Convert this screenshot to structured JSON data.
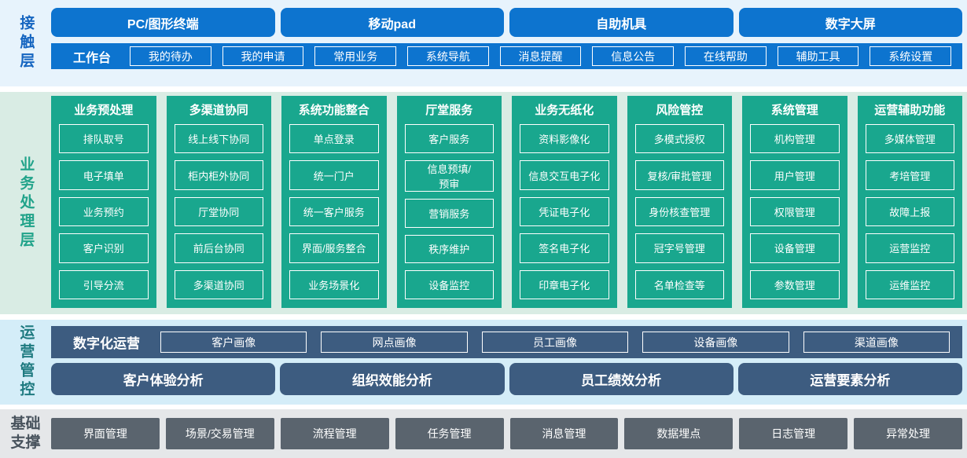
{
  "layers": {
    "contact": {
      "label": "接触层",
      "terminals": [
        "PC/图形终端",
        "移动pad",
        "自助机具",
        "数字大屏"
      ],
      "workbench": {
        "label": "工作台",
        "items": [
          "我的待办",
          "我的申请",
          "常用业务",
          "系统导航",
          "消息提醒",
          "信息公告",
          "在线帮助",
          "辅助工具",
          "系统设置"
        ]
      }
    },
    "business": {
      "label": "业务处理层",
      "columns": [
        {
          "title": "业务预处理",
          "items": [
            "排队取号",
            "电子填单",
            "业务预约",
            "客户识别",
            "引导分流"
          ]
        },
        {
          "title": "多渠道协同",
          "items": [
            "线上线下协同",
            "柜内柜外协同",
            "厅堂协同",
            "前后台协同",
            "多渠道协同"
          ]
        },
        {
          "title": "系统功能整合",
          "items": [
            "单点登录",
            "统一门户",
            "统一客户服务",
            "界面/服务整合",
            "业务场景化"
          ]
        },
        {
          "title": "厅堂服务",
          "items": [
            "客户服务",
            "信息预填/\n预审",
            "营销服务",
            "秩序维护",
            "设备监控"
          ]
        },
        {
          "title": "业务无纸化",
          "items": [
            "资料影像化",
            "信息交互电子化",
            "凭证电子化",
            "签名电子化",
            "印章电子化"
          ]
        },
        {
          "title": "风险管控",
          "items": [
            "多模式授权",
            "复核/审批管理",
            "身份核查管理",
            "冠字号管理",
            "名单检查等"
          ]
        },
        {
          "title": "系统管理",
          "items": [
            "机构管理",
            "用户管理",
            "权限管理",
            "设备管理",
            "参数管理"
          ]
        },
        {
          "title": "运营辅助功能",
          "items": [
            "多媒体管理",
            "考培管理",
            "故障上报",
            "运营监控",
            "运维监控"
          ]
        }
      ]
    },
    "operations": {
      "label": "运营管控",
      "digital": {
        "label": "数字化运营",
        "items": [
          "客户画像",
          "网点画像",
          "员工画像",
          "设备画像",
          "渠道画像"
        ]
      },
      "analysis": [
        "客户体验分析",
        "组织效能分析",
        "员工绩效分析",
        "运营要素分析"
      ]
    },
    "foundation": {
      "label": "基础支撑",
      "items": [
        "界面管理",
        "场景/交易管理",
        "流程管理",
        "任务管理",
        "消息管理",
        "数据埋点",
        "日志管理",
        "异常处理"
      ]
    }
  },
  "colors": {
    "blue": "#0d74cf",
    "green": "#19a78e",
    "slate": "#3d5c80",
    "gray": "#5a646e",
    "band1": "#e7f3fc",
    "band2": "#d9ece4",
    "band3": "#d4edf8",
    "band4": "#e5e7e9",
    "lbl-blue": "#1565c0",
    "lbl-green": "#21a38a",
    "lbl-teal": "#1e7a80",
    "lbl-dark": "#47525c"
  }
}
